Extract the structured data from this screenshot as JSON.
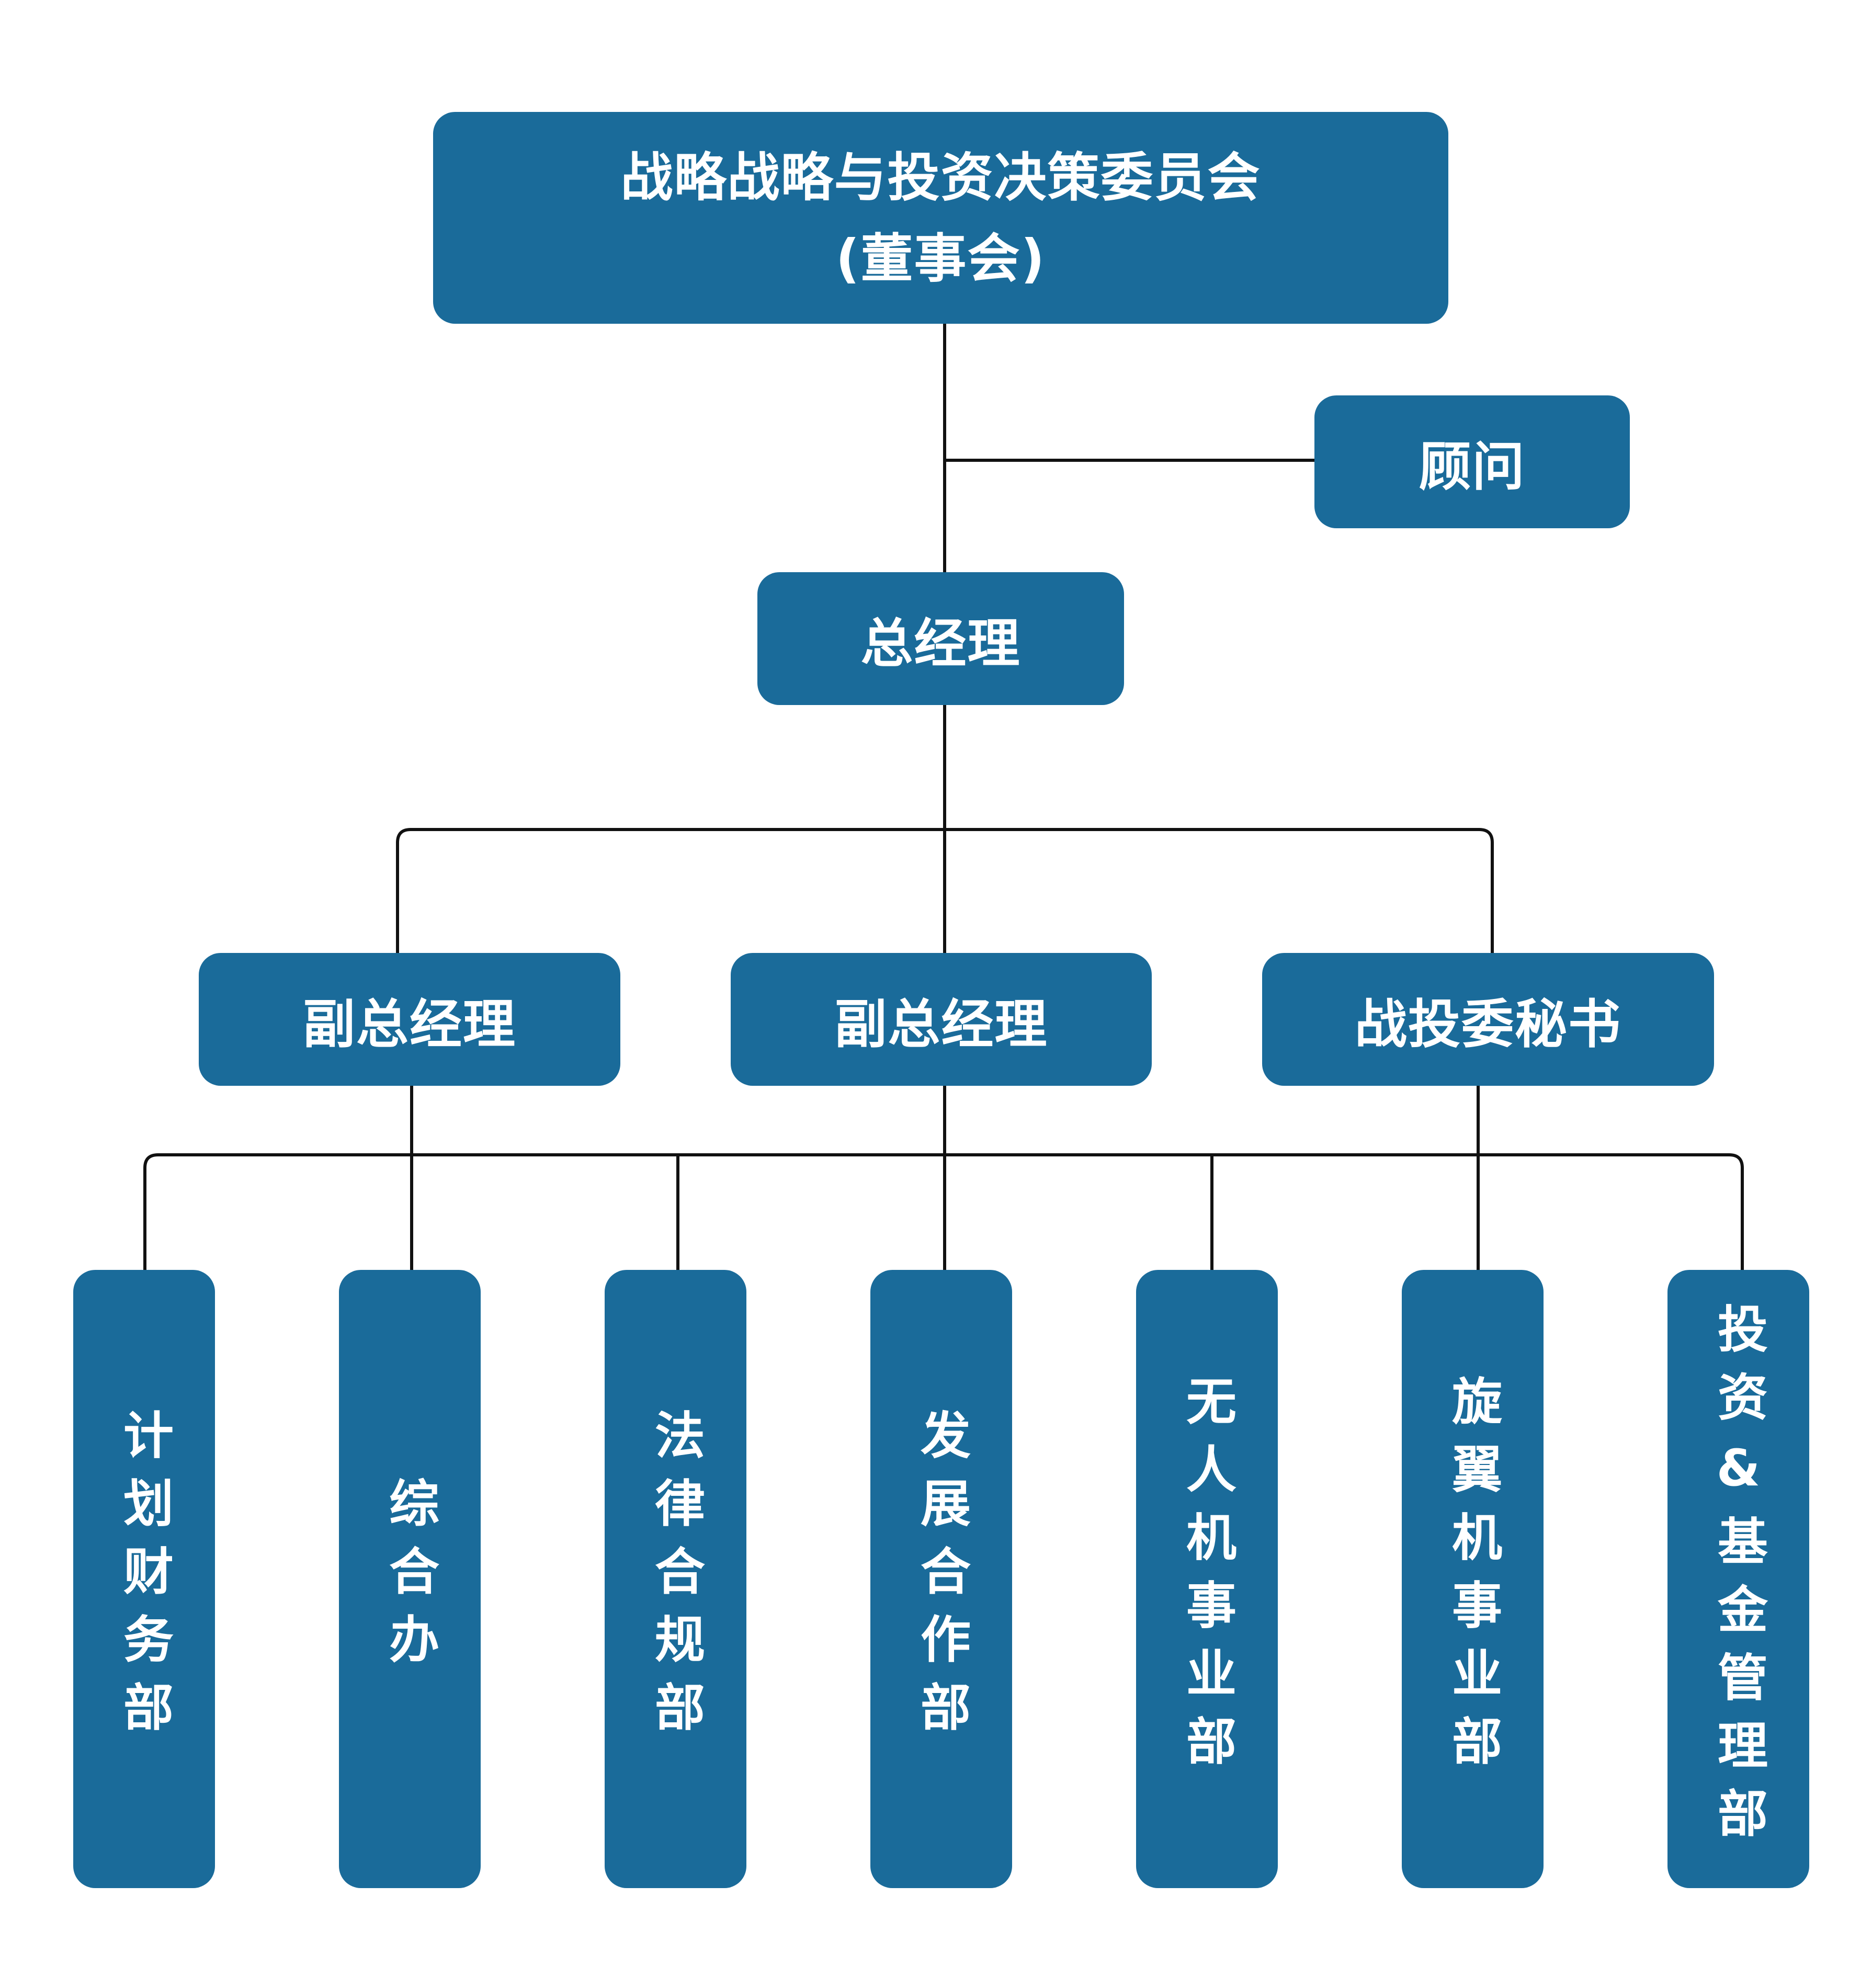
{
  "diagram": {
    "board": {
      "line1": "战略战略与投资决策委员会",
      "line2": "(董事会)"
    },
    "advisor": "顾问",
    "general_manager": "总经理",
    "deputy_gm_1": "副总经理",
    "deputy_gm_2": "副总经理",
    "strategy_secretary": "战投委秘书",
    "departments": [
      "计划财务部",
      "综合办",
      "法律合规部",
      "发展合作部",
      "无人机事业部",
      "旋翼机事业部",
      "投资&基金管理部"
    ]
  },
  "colors": {
    "node_fill": "#1a6b9a",
    "node_text": "#ffffff",
    "connector": "#111111",
    "background": "#ffffff"
  }
}
